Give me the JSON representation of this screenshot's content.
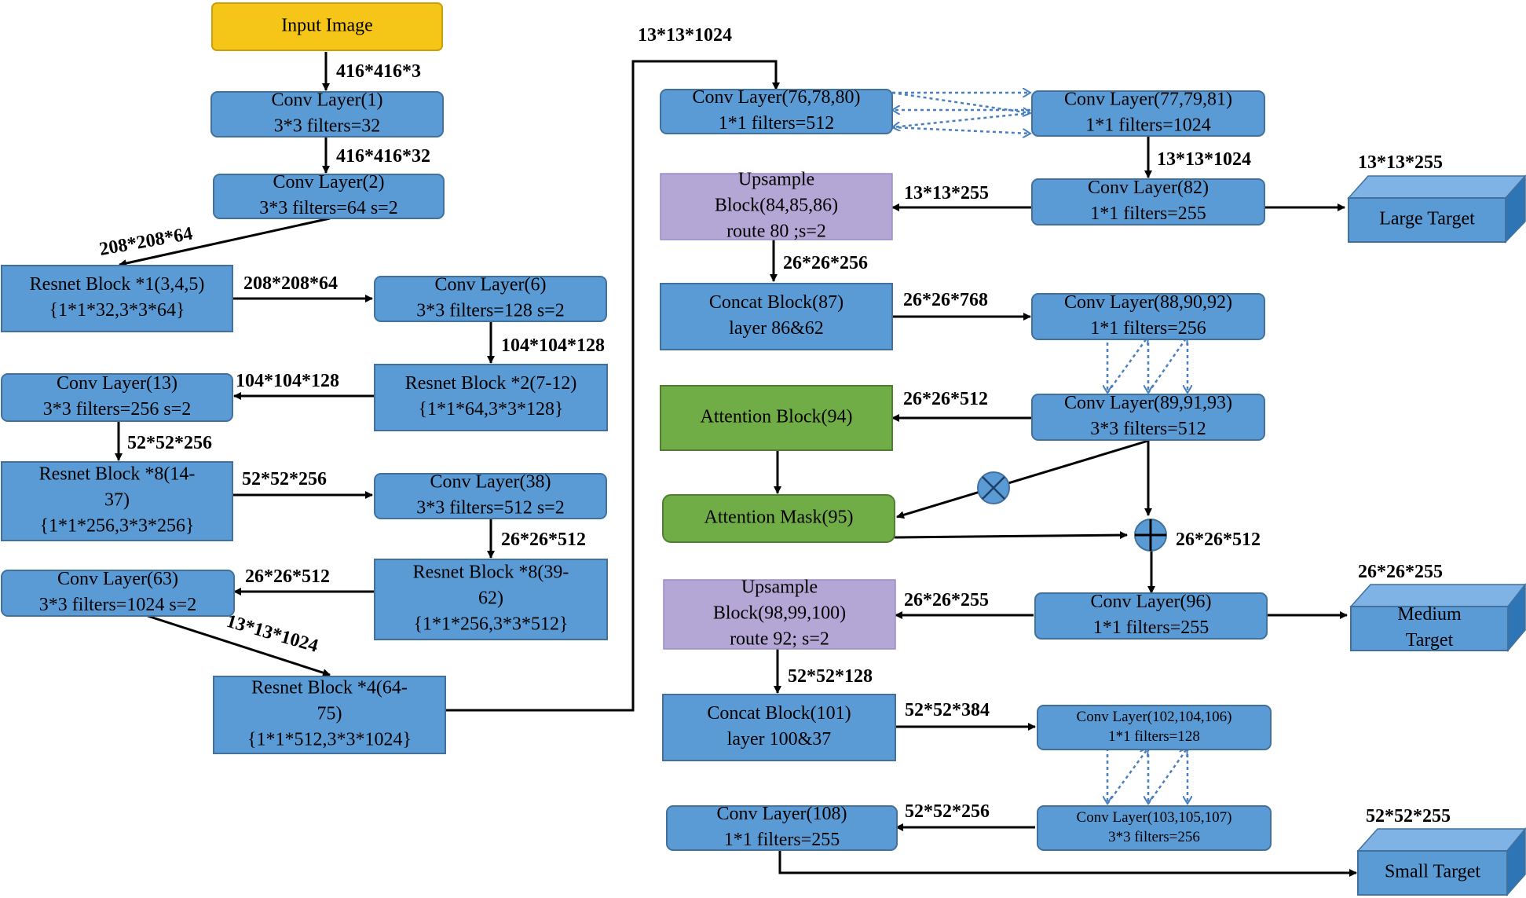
{
  "nodes": {
    "input": {
      "lines": [
        "Input Image"
      ]
    },
    "c1": {
      "lines": [
        "Conv Layer(1)",
        "3*3  filters=32"
      ]
    },
    "c2": {
      "lines": [
        "Conv Layer(2)",
        "3*3  filters=64 s=2"
      ]
    },
    "r1": {
      "lines": [
        "Resnet Block *1(3,4,5)",
        "{1*1*32,3*3*64}"
      ]
    },
    "c6": {
      "lines": [
        "Conv Layer(6)",
        "3*3  filters=128 s=2"
      ]
    },
    "r2": {
      "lines": [
        "Resnet Block *2(7-12)",
        "{1*1*64,3*3*128}"
      ]
    },
    "c13": {
      "lines": [
        "Conv Layer(13)",
        "3*3  filters=256 s=2"
      ]
    },
    "r8a": {
      "lines": [
        "Resnet Block *8(14-",
        "37)",
        "{1*1*256,3*3*256}"
      ]
    },
    "c38": {
      "lines": [
        "Conv Layer(38)",
        "3*3  filters=512 s=2"
      ]
    },
    "r8b": {
      "lines": [
        "Resnet Block *8(39-",
        "62)",
        "{1*1*256,3*3*512}"
      ]
    },
    "c63": {
      "lines": [
        "Conv Layer(63)",
        "3*3  filters=1024 s=2"
      ]
    },
    "r4": {
      "lines": [
        "Resnet Block *4(64-",
        "75)",
        "{1*1*512,3*3*1024}"
      ]
    },
    "c76": {
      "lines": [
        "Conv Layer(76,78,80)",
        "1*1  filters=512"
      ]
    },
    "c77": {
      "lines": [
        "Conv Layer(77,79,81)",
        "1*1  filters=1024"
      ]
    },
    "c82": {
      "lines": [
        "Conv Layer(82)",
        "1*1  filters=255"
      ]
    },
    "up84": {
      "lines": [
        "Upsample",
        "Block(84,85,86)",
        "route 80 ;s=2"
      ]
    },
    "cat87": {
      "lines": [
        "Concat Block(87)",
        "layer 86&62"
      ]
    },
    "c88": {
      "lines": [
        "Conv Layer(88,90,92)",
        "1*1  filters=256"
      ]
    },
    "c89": {
      "lines": [
        "Conv Layer(89,91,93)",
        "3*3  filters=512"
      ]
    },
    "att94": {
      "lines": [
        "Attention Block(94)"
      ]
    },
    "mask95": {
      "lines": [
        "Attention Mask(95)"
      ]
    },
    "c96": {
      "lines": [
        "Conv Layer(96)",
        "1*1  filters=255"
      ]
    },
    "up98": {
      "lines": [
        "Upsample",
        "Block(98,99,100)",
        "route 92; s=2"
      ]
    },
    "cat101": {
      "lines": [
        "Concat Block(101)",
        "layer 100&37"
      ]
    },
    "c102": {
      "lines": [
        "Conv Layer(102,104,106)",
        "1*1  filters=128"
      ]
    },
    "c103": {
      "lines": [
        "Conv Layer(103,105,107)",
        "3*3  filters=256"
      ]
    },
    "c108": {
      "lines": [
        "Conv Layer(108)",
        "1*1  filters=255"
      ]
    },
    "large": {
      "lines": [
        "Large Target"
      ]
    },
    "medium": {
      "lines": [
        "Medium",
        "Target"
      ]
    },
    "small": {
      "lines": [
        "Small Target"
      ]
    }
  },
  "labels": {
    "l1": "416*416*3",
    "l2": "416*416*32",
    "l3": "208*208*64",
    "l4": "208*208*64",
    "l5": "104*104*128",
    "l6": "104*104*128",
    "l7": "52*52*256",
    "l8": "52*52*256",
    "l9": "26*26*512",
    "l10": "26*26*512",
    "l11": "13*13*1024",
    "l12": "13*13*1024",
    "l13": "13*13*1024",
    "l14": "13*13*255",
    "l15": "13*13*255",
    "l16": "26*26*256",
    "l17": "26*26*768",
    "l18": "26*26*512",
    "l19": "26*26*512",
    "l20": "26*26*255",
    "l21": "26*26*255",
    "l22": "52*52*128",
    "l23": "52*52*384",
    "l24": "52*52*256",
    "l25": "52*52*255"
  },
  "colors": {
    "conv_block": "#5b9bd5",
    "input_block": "#f5c518",
    "upsample_block": "#b4a7d6",
    "attention_block": "#70ad47",
    "dashed_connector": "#4a7fbf"
  }
}
